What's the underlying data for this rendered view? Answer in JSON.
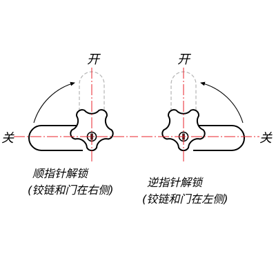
{
  "left": {
    "open_label": "开",
    "close_label": "关",
    "caption_line1": "顺指针解锁",
    "caption_line2": "(铰链和门在右侧)"
  },
  "right": {
    "open_label": "开",
    "close_label": "关",
    "caption_line1": "逆指针解锁",
    "caption_line2": "(铰链和门在左侧)"
  },
  "colors": {
    "outline": "#000000",
    "centerline": "#e8202a",
    "ghost": "#b4b4b4"
  }
}
